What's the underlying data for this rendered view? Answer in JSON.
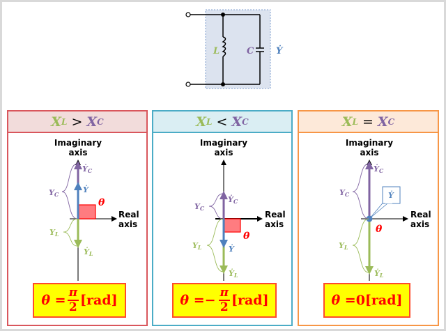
{
  "circuit": {
    "inductor_label": "L",
    "capacitor_label": "C",
    "admittance_label": "Ẏ",
    "colors": {
      "inductor": "#9bbb59",
      "capacitor": "#8064a2",
      "admittance": "#4f81bd",
      "box_fill": "#dce3ef",
      "box_border": "#7f9fcf"
    }
  },
  "axes": {
    "imaginary_label_line1": "Imaginary",
    "imaginary_label_line2": "axis",
    "real_label_line1": "Real",
    "real_label_line2": "axis"
  },
  "vector_labels": {
    "Yc_vec": "Ẏ",
    "Yc_sub": "C",
    "Y_vec": "Ẏ",
    "Yl_vec": "Ẏ",
    "Yl_sub": "L",
    "Yc_mag": "Y",
    "Yl_mag": "Y",
    "theta": "θ"
  },
  "panels": [
    {
      "condition_left": "X",
      "condition_left_sub": "L",
      "operator": ">",
      "condition_right": "X",
      "condition_right_sub": "C",
      "border_color": "#d9565c",
      "header_fill": "#f2dcdb",
      "result_lhs": "θ = ",
      "result_sign": "",
      "result_num": "π",
      "result_den": "2",
      "result_value": "",
      "result_unit": "[rad]",
      "phase_fraction_of_pi": 0.5
    },
    {
      "condition_left": "X",
      "condition_left_sub": "L",
      "operator": "<",
      "condition_right": "X",
      "condition_right_sub": "C",
      "border_color": "#4bacc6",
      "header_fill": "#daeef3",
      "result_lhs": "θ = ",
      "result_sign": "−",
      "result_num": "π",
      "result_den": "2",
      "result_value": "",
      "result_unit": "[rad]",
      "phase_fraction_of_pi": -0.5
    },
    {
      "condition_left": "X",
      "condition_left_sub": "L",
      "operator": "=",
      "condition_right": "X",
      "condition_right_sub": "C",
      "border_color": "#f79646",
      "header_fill": "#fde9d9",
      "result_lhs": "θ = ",
      "result_sign": "",
      "result_num": "",
      "result_den": "",
      "result_value": "0",
      "result_unit": "[rad]",
      "phase_fraction_of_pi": 0
    }
  ],
  "colors": {
    "L": "#9bbb59",
    "C": "#8064a2",
    "Y": "#4f81bd",
    "theta": "#ff0000",
    "result_bg": "#ffff00"
  }
}
